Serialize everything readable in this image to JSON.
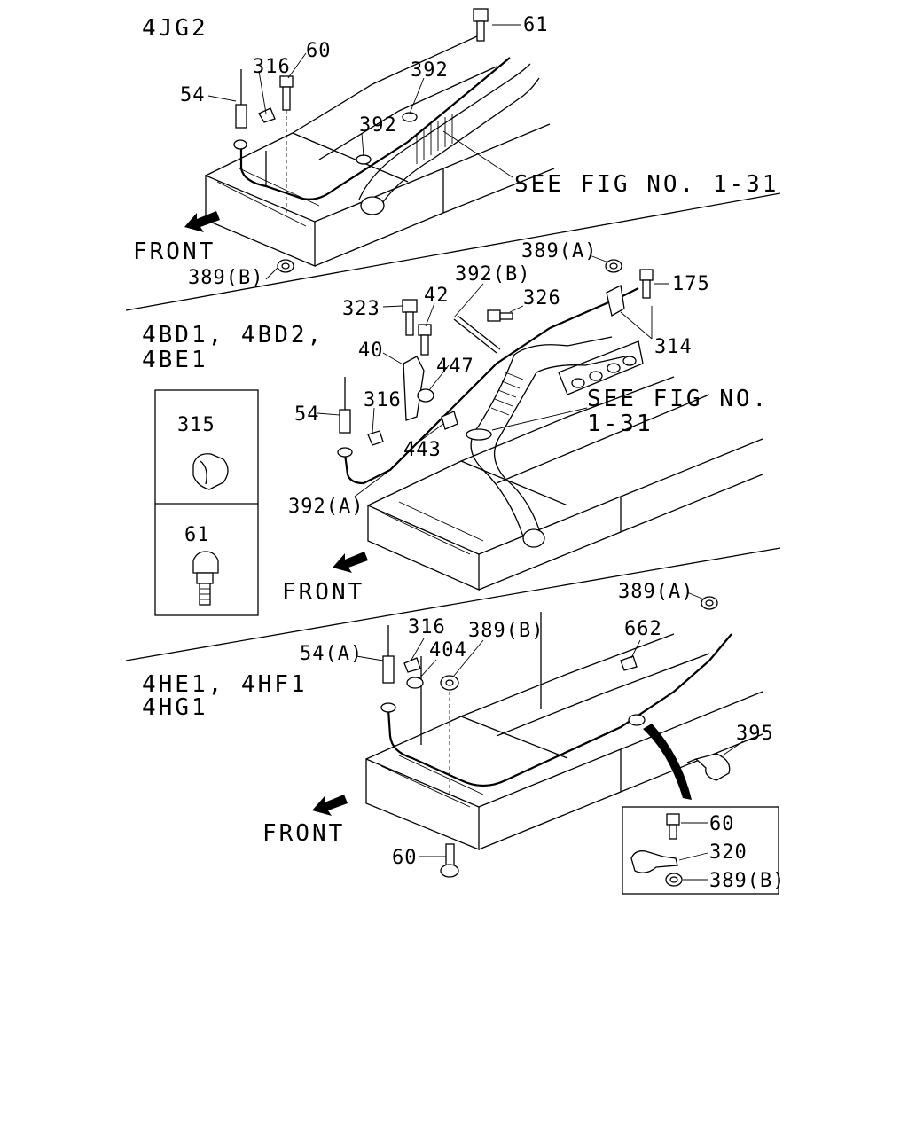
{
  "sections": [
    {
      "engine_label": [
        "4JG2"
      ]
    },
    {
      "engine_label": [
        "4BD1, 4BD2,",
        "4BE1"
      ]
    },
    {
      "engine_label": [
        "4HE1, 4HF1",
        "4HG1"
      ]
    }
  ],
  "front_label": "FRONT",
  "see_fig": {
    "top": "SEE FIG NO. 1-31",
    "middle_line1": "SEE FIG NO.",
    "middle_line2": "1-31"
  },
  "parts": {
    "s1": [
      "61",
      "316",
      "60",
      "54",
      "392",
      "392",
      "389(B)"
    ],
    "s2": [
      "389(A)",
      "175",
      "392(B)",
      "326",
      "323",
      "42",
      "314",
      "40",
      "447",
      "316",
      "54",
      "443",
      "392(A)"
    ],
    "s3": [
      "389(A)",
      "662",
      "316",
      "389(B)",
      "54(A)",
      "404",
      "395",
      "60",
      "60",
      "320",
      "389(B)"
    ]
  },
  "inset": {
    "top_part": "315",
    "bottom_part": "61"
  }
}
